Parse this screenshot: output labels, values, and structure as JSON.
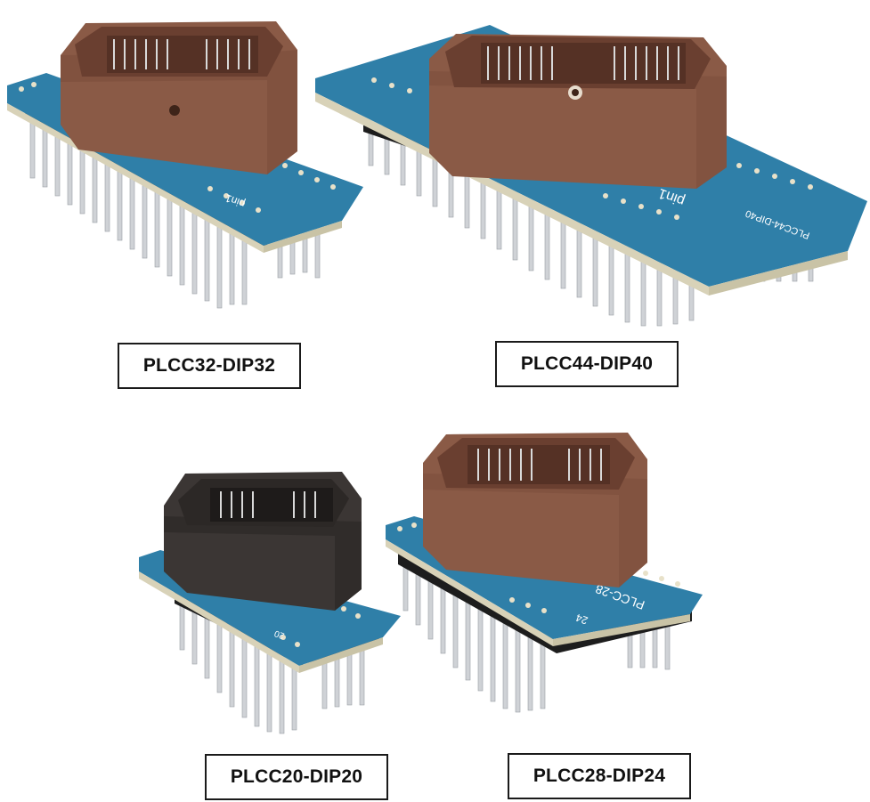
{
  "adapters": [
    {
      "label": "PLCC32-DIP32",
      "socket_color": "#8a5a46"
    },
    {
      "label": "PLCC44-DIP40",
      "socket_color": "#8a5a46"
    },
    {
      "label": "PLCC20-DIP20",
      "socket_color": "#3b3634"
    },
    {
      "label": "PLCC28-DIP24",
      "socket_color": "#8a5a46"
    }
  ],
  "pcb_color": "#2f7fa8",
  "pin_color": "#c9ccd0"
}
